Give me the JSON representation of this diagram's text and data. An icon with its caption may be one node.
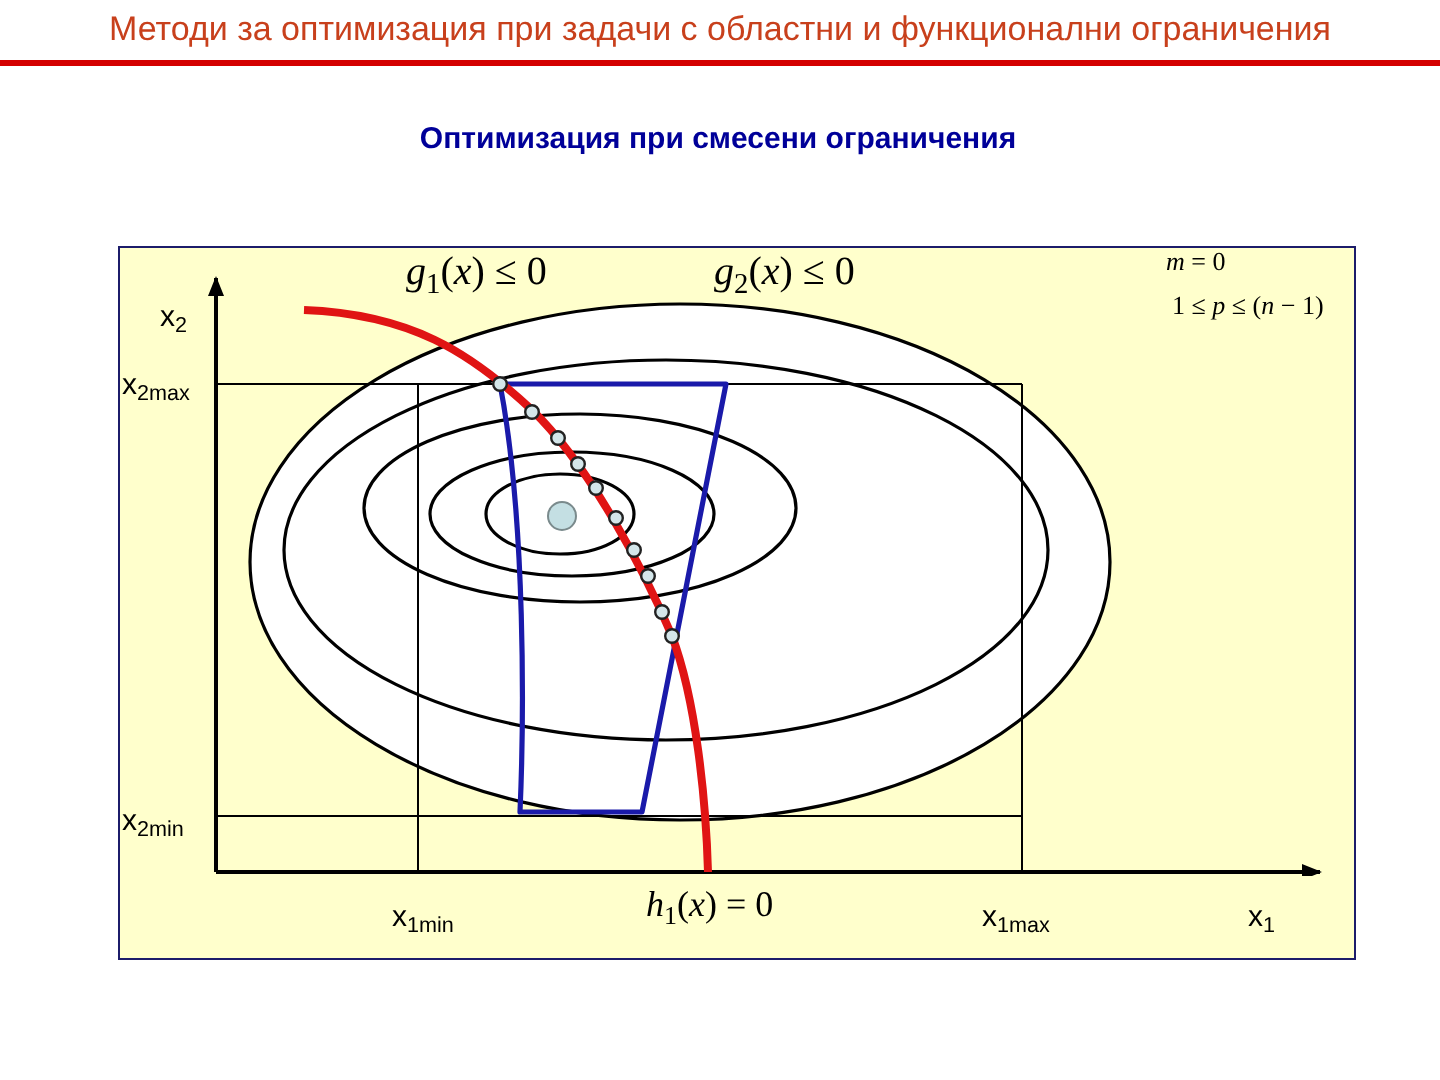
{
  "diagram": {
    "title": "Методи за оптимизация при задачи с областни и функционални ограничения",
    "labels": [
      "Оптимизация при смесени ограничения",
      "*g*$_{1}$(*x*) ≤ 0",
      "*g*$_{2}$(*x*) ≤ 0",
      "*m* = 0",
      "1 ≤ *p* ≤ (*n* − 1)",
      "x$_{2}$",
      "x$_{2max}$",
      "x$_{2min}$",
      "x$_{1min}$",
      "*h*$_{1}$(*x*) = 0",
      "x$_{1max}$",
      "x$_{1}$"
    ]
  }
}
